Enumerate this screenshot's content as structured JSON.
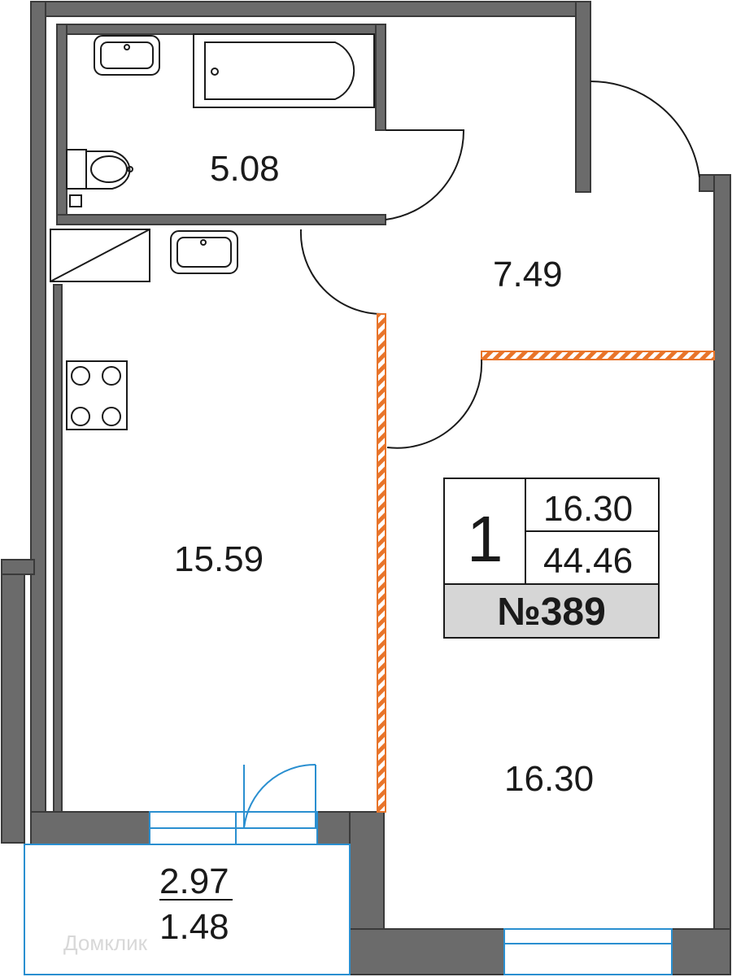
{
  "plan": {
    "rooms": {
      "bathroom": "5.08",
      "hallway": "7.49",
      "kitchen": "15.59",
      "living": "16.30"
    },
    "balcony": {
      "area": "2.97",
      "reduced_area": "1.48"
    },
    "info": {
      "rooms_count": "1",
      "living_area": "16.30",
      "total_area": "44.46",
      "number": "№389"
    },
    "watermark": "Домклик"
  },
  "colors": {
    "wall": "#6b6b6b",
    "wall_edge": "#3a3a3a",
    "partition_hatch": "#e8742a",
    "window": "#2a8fd0",
    "info_bar": "#d6d6d6"
  }
}
